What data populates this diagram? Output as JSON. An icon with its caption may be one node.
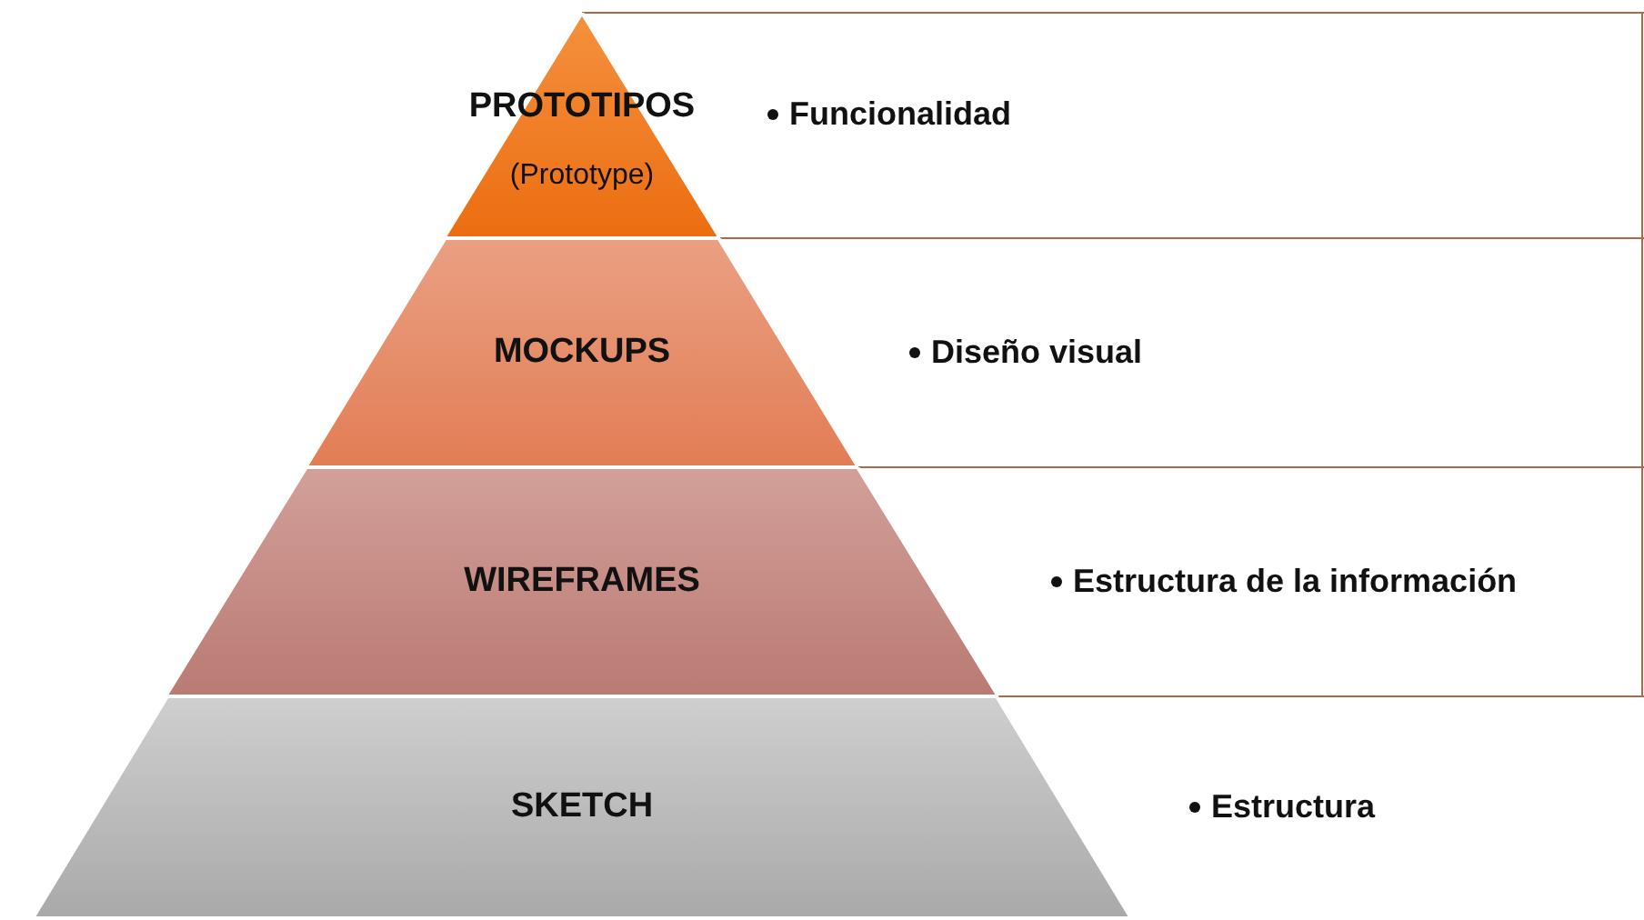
{
  "diagram": {
    "nodes": [
      {
        "text": [
          "PROTOTIPOS",
          "(Prototype)"
        ],
        "beside": [
          "Funcionalidad"
        ]
      },
      {
        "text": [
          "MOCKUPS"
        ],
        "beside": [
          "Diseño visual"
        ]
      },
      {
        "text": [
          "WIREFRAMES"
        ],
        "beside": [
          "Estructura de la información"
        ]
      },
      {
        "text": [
          "SKETCH"
        ],
        "beside": [
          "Estructura"
        ]
      }
    ]
  }
}
